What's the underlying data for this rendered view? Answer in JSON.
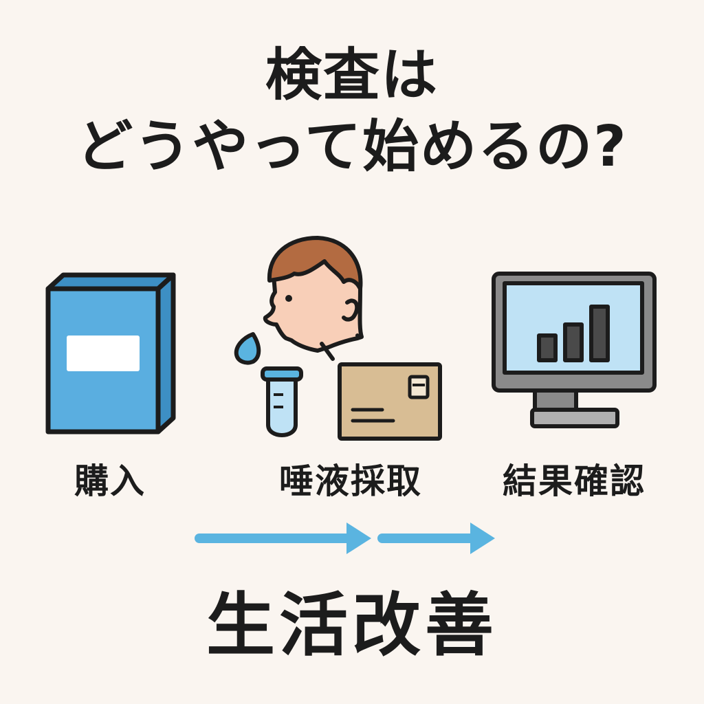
{
  "title": {
    "line1": "検査は",
    "line2": "どうやって始めるの?"
  },
  "steps": [
    {
      "label": "購入",
      "icon": "kit-box-icon"
    },
    {
      "label": "唾液採取",
      "icon": "saliva-collection-icon"
    },
    {
      "label": "結果確認",
      "icon": "monitor-chart-icon"
    }
  ],
  "footer": {
    "text": "生活改善"
  },
  "colors": {
    "background": "#faf5f0",
    "box_blue": "#5aaee0",
    "arrow_blue": "#5ab4e0",
    "envelope": "#d8bd94",
    "skin": "#f8cfb8",
    "hair": "#b36b41",
    "screen": "#bfe2f5",
    "monitor_frame": "#8a8a8a"
  }
}
